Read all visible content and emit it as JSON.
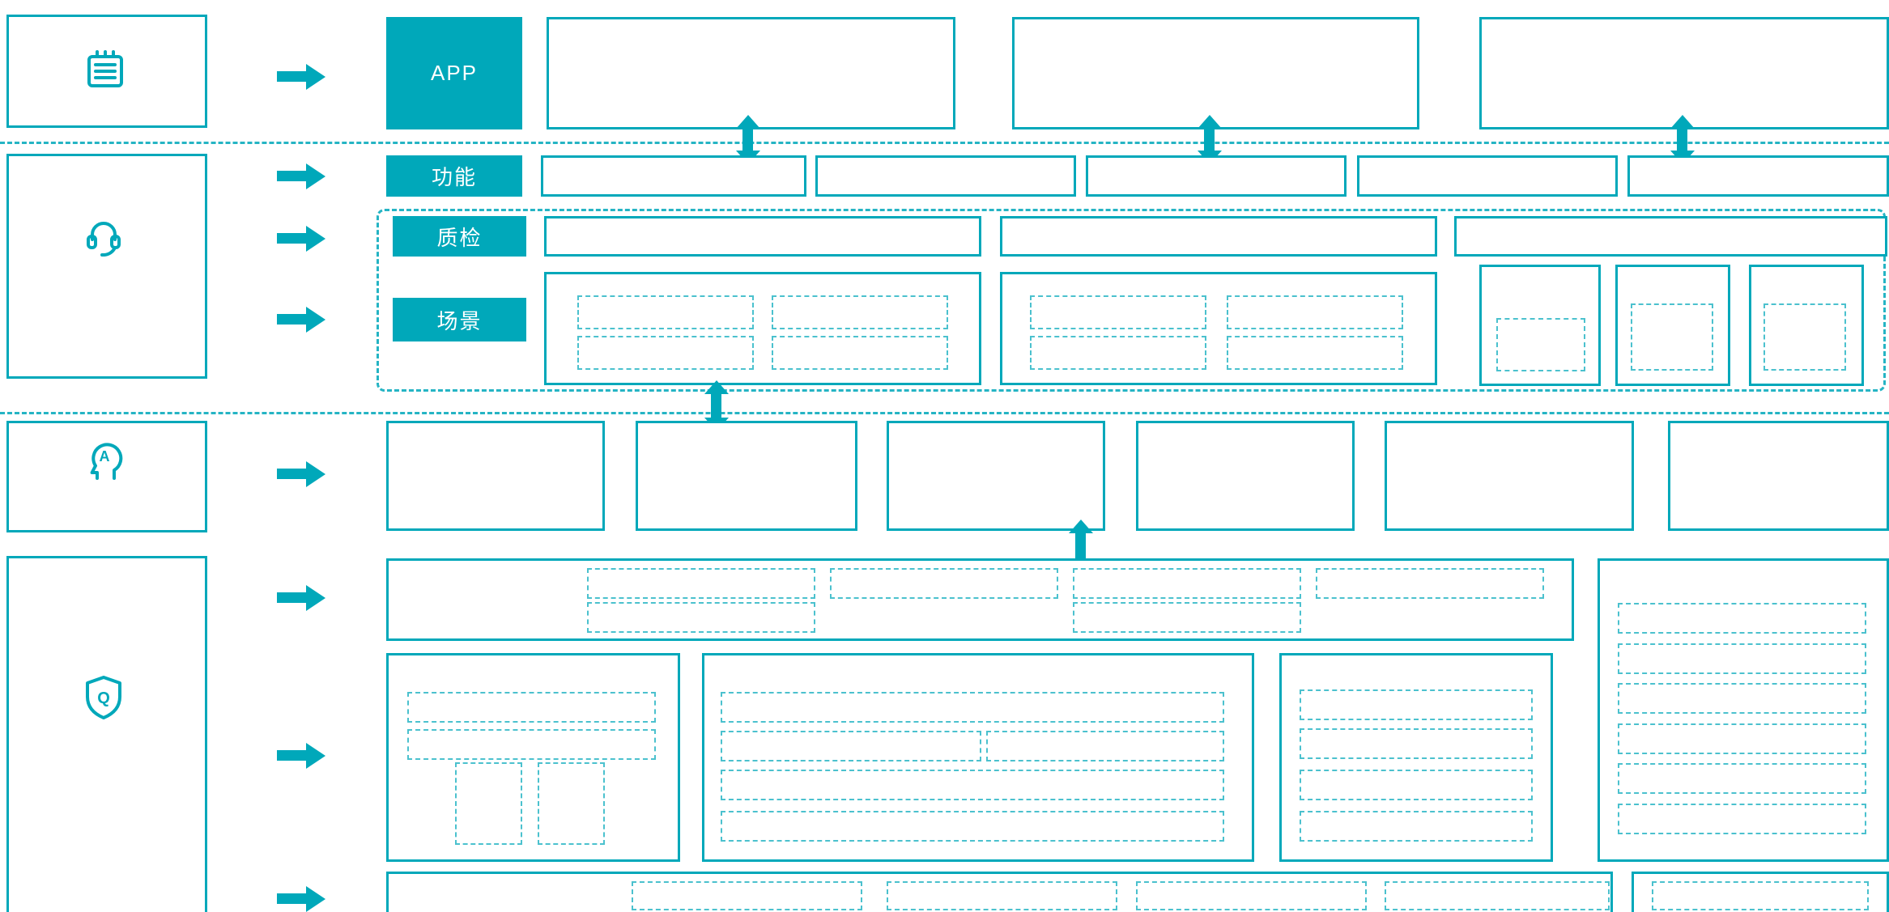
{
  "colors": {
    "accent": "#00A8BA",
    "background": "#FFFFFF"
  },
  "labels": {
    "app": "APP",
    "function": "功能",
    "inspection": "质检",
    "scene": "场景"
  },
  "glyphs": {
    "ai": "A",
    "quality": "Q"
  },
  "icons": [
    "ledger-icon",
    "agent-headset-icon",
    "ai-assistant-icon",
    "quality-shield-icon"
  ]
}
